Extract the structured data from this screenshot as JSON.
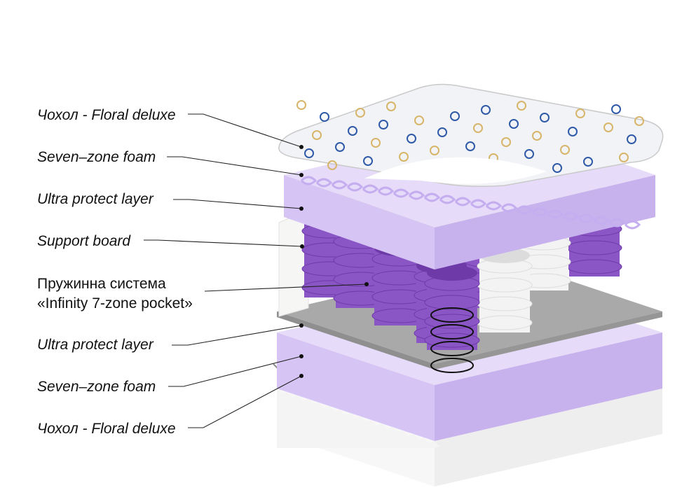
{
  "title": "Mattress layers diagram",
  "labels": [
    {
      "text": "Чохол - Floral deluxe"
    },
    {
      "text": "Seven–zone foam"
    },
    {
      "text": "Ultra protect layer"
    },
    {
      "text": "Support board"
    },
    {
      "line1": "Пружинна система",
      "line2": "«Infinity 7-zone pocket»"
    },
    {
      "text": "Ultra protect layer"
    },
    {
      "text": "Seven–zone foam"
    },
    {
      "text": "Чохол - Floral deluxe"
    }
  ],
  "colors": {
    "foam_top": "#e6dbf8",
    "foam_front": "#d6c4f4",
    "foam_side": "#c8b2ee",
    "spring": "#8a55c4",
    "spring_dark": "#6d3aa8",
    "felt": "#9c9c9c",
    "cover_pattern": "#2f5aa8",
    "cover_gold": "#d7b56a"
  }
}
